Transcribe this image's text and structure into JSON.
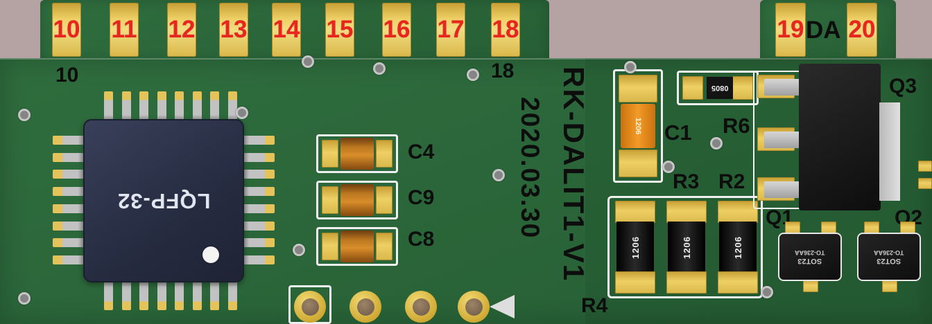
{
  "edge_pads": {
    "top": [
      "10",
      "11",
      "12",
      "13",
      "14",
      "15",
      "16",
      "17",
      "18"
    ],
    "right": [
      "19",
      "20"
    ],
    "da_label": "DA"
  },
  "silkscreen": {
    "pin10_label": "10",
    "pin18_label": "18",
    "board_name": "RK-DALIT1-V1",
    "board_date": "2020.03.30",
    "c4": "C4",
    "c9": "C9",
    "c8": "C8",
    "c1": "C1",
    "r6": "R6",
    "r3": "R3",
    "r2": "R2",
    "r4": "R4",
    "q1": "Q1",
    "q2": "Q2",
    "q3": "Q3"
  },
  "chip": {
    "marking": "LQFP-32"
  },
  "component_markings": {
    "c1_body": "1206",
    "r6_body": "0805",
    "resistor_body": "1206",
    "sot23_package": "SOT23",
    "sot23_type": "TO-236AA"
  },
  "colors": {
    "background_pink": "#b5a2a2",
    "board_green": "#2d6b3c",
    "pad_gold": "#e3c04a",
    "number_red": "#e8261f",
    "silkscreen_black": "#0d0d0d",
    "silkscreen_white": "#f0f0f0",
    "chip_navy": "#2b3147",
    "capacitor_orange": "#e8891c"
  }
}
